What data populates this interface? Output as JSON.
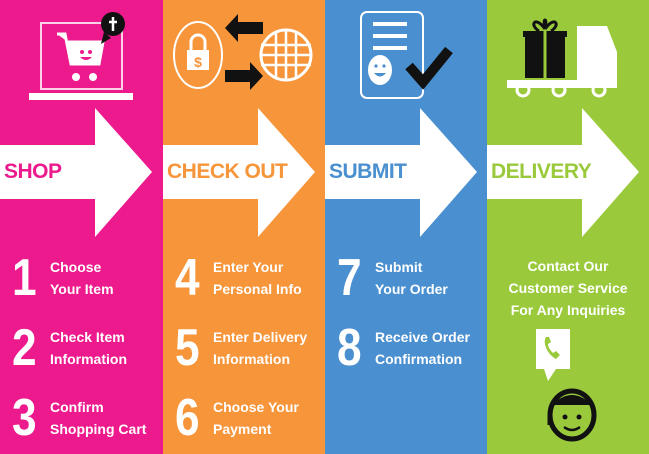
{
  "colors": {
    "shop": "#ec1a8c",
    "checkout": "#f7953a",
    "submit": "#4a8fcf",
    "delivery": "#9aca3c"
  },
  "columns": [
    {
      "title": "SHOP",
      "steps": [
        {
          "number": "1",
          "text": [
            "Choose",
            "Your Item"
          ]
        },
        {
          "number": "2",
          "text": [
            "Check Item",
            "Information"
          ]
        },
        {
          "number": "3",
          "text": [
            "Confirm",
            "Shopping Cart"
          ]
        }
      ]
    },
    {
      "title": "CHECK OUT",
      "steps": [
        {
          "number": "4",
          "text": [
            "Enter Your",
            "Personal Info"
          ]
        },
        {
          "number": "5",
          "text": [
            "Enter Delivery",
            "Information"
          ]
        },
        {
          "number": "6",
          "text": [
            "Choose Your",
            "Payment"
          ]
        }
      ]
    },
    {
      "title": "SUBMIT",
      "steps": [
        {
          "number": "7",
          "text": [
            "Submit",
            "Your Order"
          ]
        },
        {
          "number": "8",
          "text": [
            "Receive Order",
            "Confirmation"
          ]
        }
      ]
    },
    {
      "title": "DELIVERY",
      "contact": [
        "Contact Our",
        "Customer Service",
        "For Any Inquiries"
      ]
    }
  ]
}
